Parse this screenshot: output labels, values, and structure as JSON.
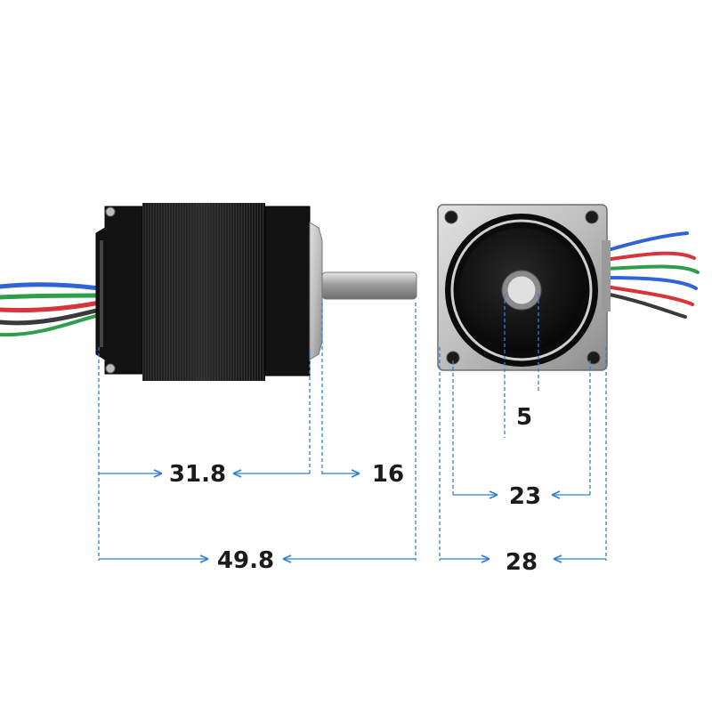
{
  "colors": {
    "dimension_line": "#2f7fd6",
    "motor_body": "#161616",
    "shaft": "#b8b8b8",
    "faceplate": "#c9c9c9",
    "label": "#1b1b1b"
  },
  "wire_colors": [
    "#2e64d8",
    "#2f9e4b",
    "#d8343a",
    "#3a3a3a"
  ],
  "dimensions": {
    "body_length": "31.8",
    "shaft_length": "16",
    "total_length": "49.8",
    "shaft_diameter": "5",
    "hole_spacing": "23",
    "flange_width": "28"
  }
}
